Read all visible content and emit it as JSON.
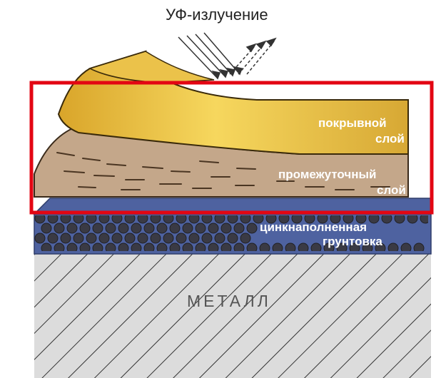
{
  "uv_label": "УФ-излучение",
  "layers": {
    "top_coat": {
      "line1": "покрывной",
      "line2": "слой",
      "color": "#E3B634"
    },
    "intermediate": {
      "line1": "промежуточный",
      "line2": "слой",
      "color": "#C4A78A"
    },
    "primer": {
      "line1": "цинкнаполненная",
      "line2": "грунтовка",
      "color": "#4E62A0"
    },
    "metal": {
      "label": "МЕТАЛЛ",
      "color": "#D9D9D9"
    }
  },
  "highlight_color": "#E30613"
}
